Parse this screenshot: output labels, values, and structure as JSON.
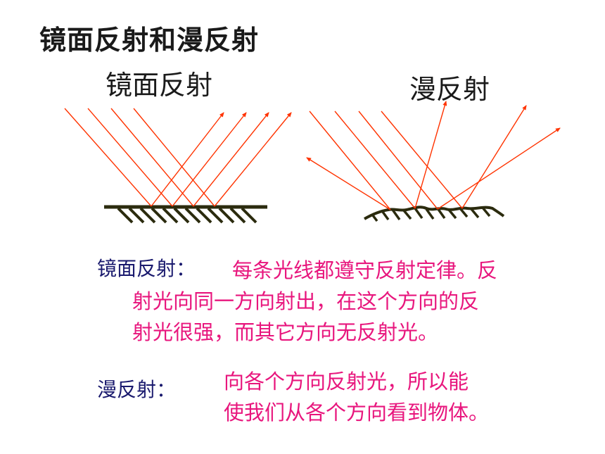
{
  "title": "镜面反射和漫反射",
  "diagram_labels": {
    "specular": "镜面反射",
    "diffuse": "漫反射"
  },
  "specular": {
    "term": "镜面反射：",
    "lines": [
      "每条光线都遵守反射定律。反",
      "射光向同一方向射出，在这个方向的反",
      "射光很强，而其它方向无反射光。"
    ]
  },
  "diffuse": {
    "term": "漫反射：",
    "lines": [
      "向各个方向反射光，所以能",
      "使我们从各个方向看到物体。"
    ]
  },
  "colors": {
    "ray": "#ff3300",
    "surface": "#2b2b0e",
    "term_text": "#1a1a6e",
    "desc_text": "#e8167d"
  }
}
